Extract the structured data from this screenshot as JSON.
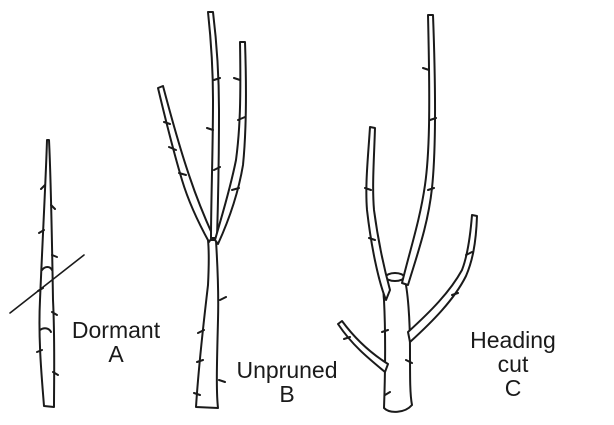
{
  "figure": {
    "panels": [
      {
        "id": "A",
        "label_lines": [
          "Dormant",
          "A"
        ]
      },
      {
        "id": "B",
        "label_lines": [
          "Unpruned",
          "B"
        ]
      },
      {
        "id": "C",
        "label_lines": [
          "Heading",
          "cut",
          "C"
        ]
      }
    ]
  },
  "colors": {
    "ink": "#1a1a1a",
    "bark_fill": "#ffffff"
  }
}
